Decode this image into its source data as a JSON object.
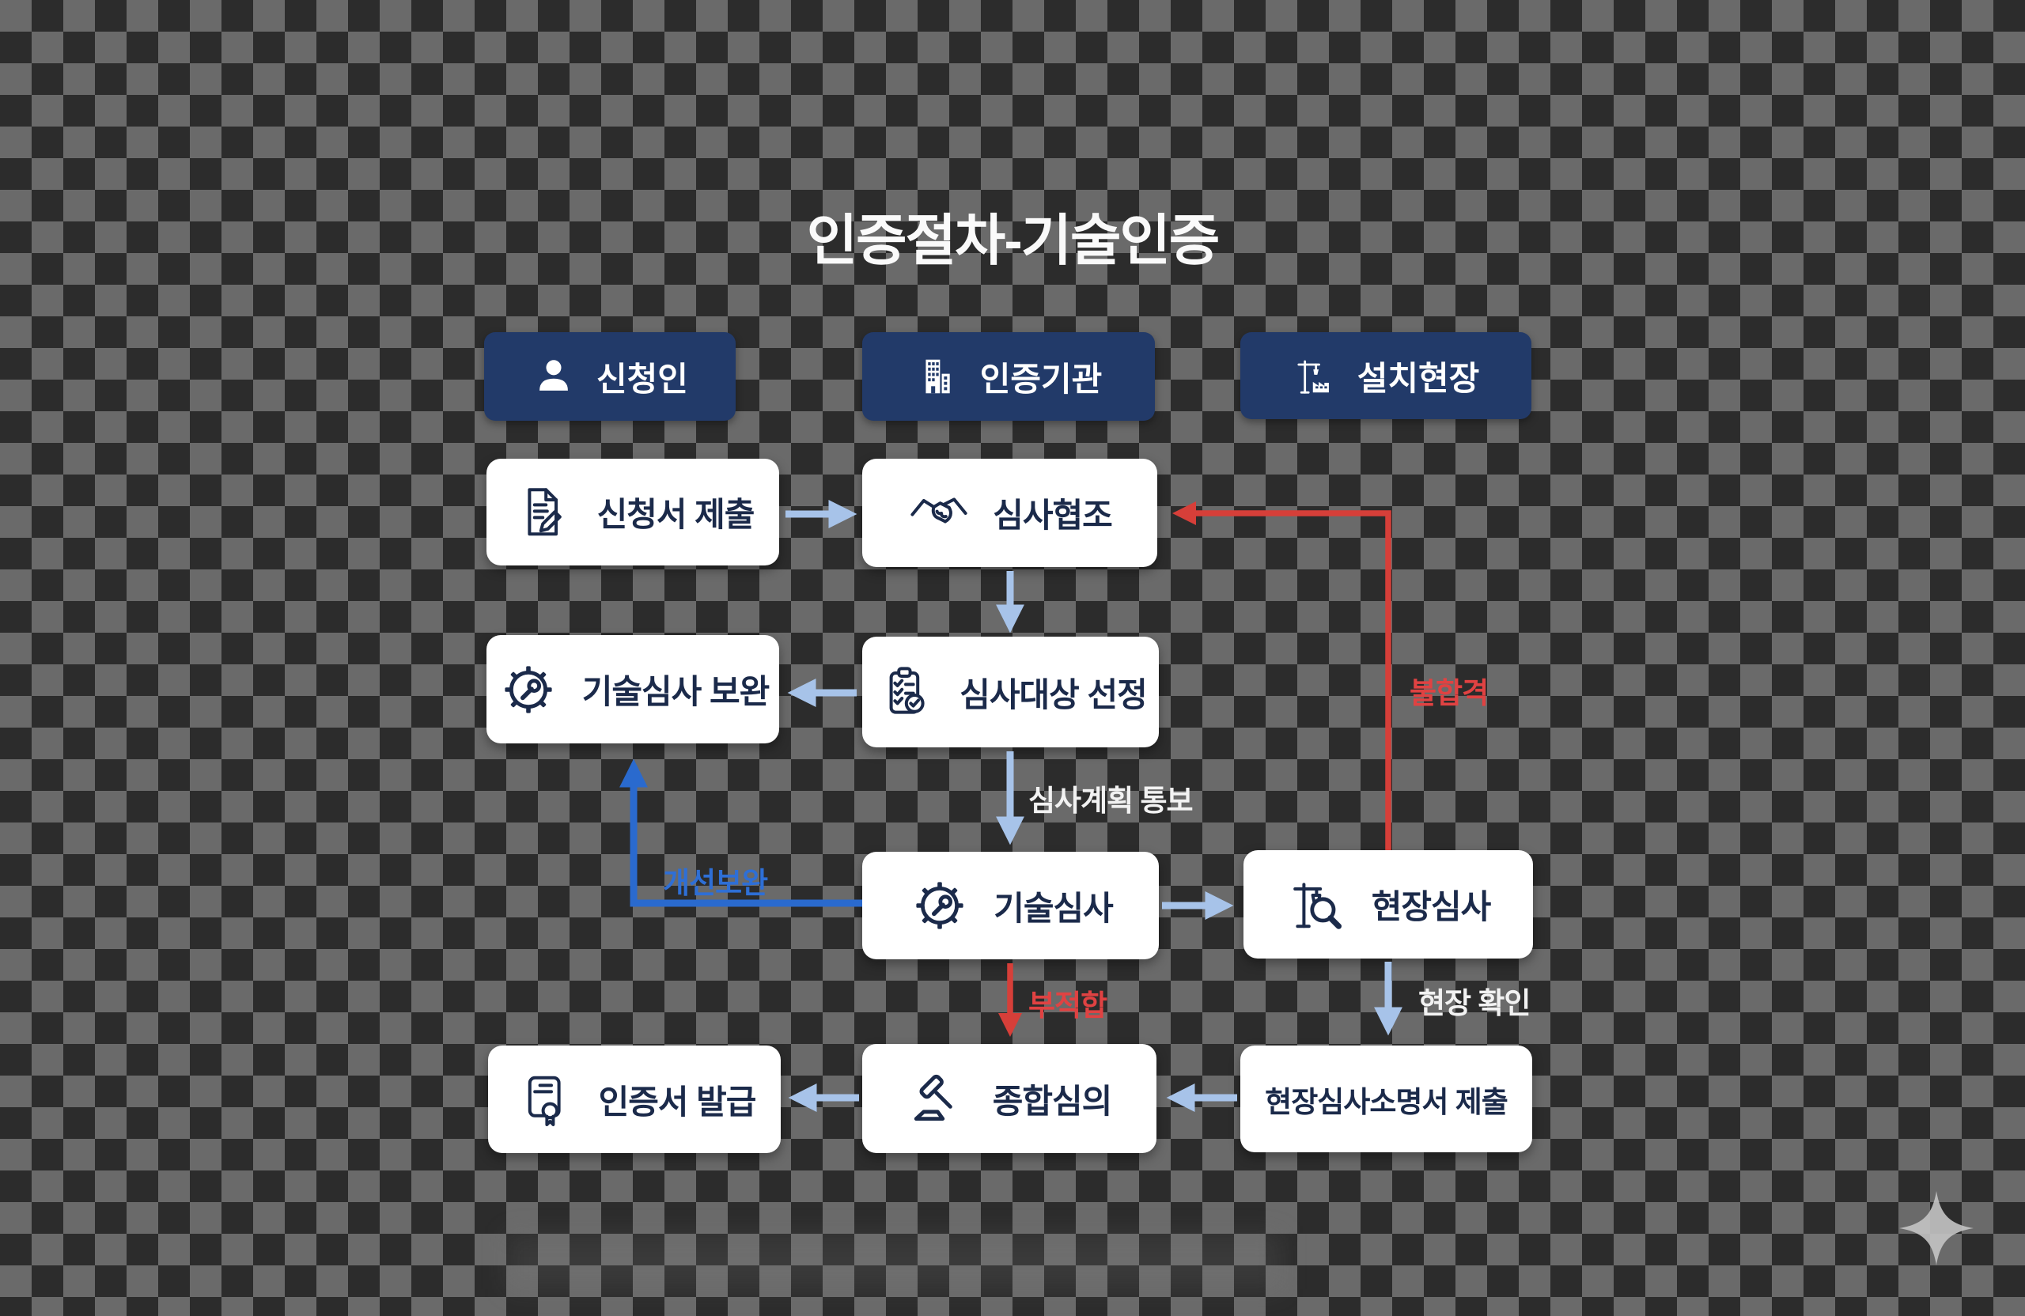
{
  "title": "인증절차-기술인증",
  "columns": [
    {
      "label": "신청인",
      "icon": "person-icon"
    },
    {
      "label": "인증기관",
      "icon": "building-icon"
    },
    {
      "label": "설치현장",
      "icon": "crane-site-icon"
    }
  ],
  "nodes": [
    {
      "label": "신청서 제출",
      "icon": "document-edit-icon"
    },
    {
      "label": "심사협조",
      "icon": "handshake-icon"
    },
    {
      "label": "기술심사 보완",
      "icon": "gear-wrench-icon"
    },
    {
      "label": "심사대상 선정",
      "icon": "clipboard-check-icon"
    },
    {
      "label": "기술심사",
      "icon": "gear-wrench-icon"
    },
    {
      "label": "현장심사",
      "icon": "crane-search-icon"
    },
    {
      "label": "인증서 발급",
      "icon": "certificate-icon"
    },
    {
      "label": "종합심의",
      "icon": "gavel-icon"
    },
    {
      "label": "현장심사소명서 제출",
      "icon": null
    }
  ],
  "edge_labels": {
    "plan_notice": "심사계획 통보",
    "improve": "개선보완",
    "fail": "불합격",
    "nonconform": "부적합",
    "site_confirm": "현장 확인"
  },
  "colors": {
    "bg-dark": "#2c2c2c",
    "bg-light": "#6a6a6a",
    "badge": "#223a69",
    "box-bg": "#ffffff",
    "ink": "#1b2a4a",
    "arrow-blue": "#a7c3e9",
    "arrow-strong-blue": "#2a6ace",
    "arrow-red": "#d63f39",
    "label-red": "#e04242",
    "label-blue": "#2e6fd6",
    "label-white": "#f2f2f2",
    "title-color": "#fafafa",
    "sparkle": "#c4c4c4"
  }
}
